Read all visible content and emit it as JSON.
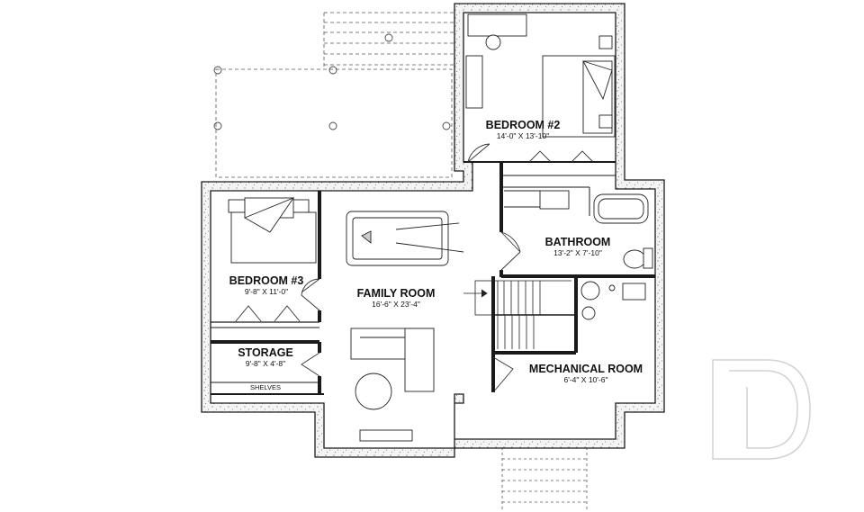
{
  "rooms": {
    "bedroom2": {
      "name": "BEDROOM #2",
      "dims": "14'-0\" X 13'-10\""
    },
    "bathroom": {
      "name": "BATHROOM",
      "dims": "13'-2\" X 7'-10\""
    },
    "bedroom3": {
      "name": "BEDROOM #3",
      "dims": "9'-8\" X 11'-0\""
    },
    "familyroom": {
      "name": "FAMILY ROOM",
      "dims": "16'-6\" X 23'-4\""
    },
    "storage": {
      "name": "STORAGE",
      "dims": "9'-8\" X 4'-8\""
    },
    "mechanical": {
      "name": "MECHANICAL ROOM",
      "dims": "6'-4\" X 10'-6\""
    }
  },
  "labels": {
    "shelves": "SHELVES"
  },
  "colors": {
    "line": "#1a1a1a",
    "wall_fill": "#f2f2f2",
    "speckle": "#555555",
    "watermark": "#d8d8d8"
  },
  "icons": {
    "watermark": "brand-d-logo"
  }
}
